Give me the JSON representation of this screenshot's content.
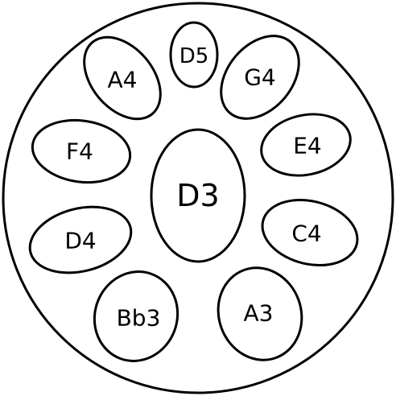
{
  "colors": {
    "stroke": "#000000",
    "background": "#ffffff"
  },
  "center_note": {
    "label": "D3"
  },
  "notes": [
    {
      "id": "d5",
      "label": "D5"
    },
    {
      "id": "g4",
      "label": "G4"
    },
    {
      "id": "e4",
      "label": "E4"
    },
    {
      "id": "c4",
      "label": "C4"
    },
    {
      "id": "a3",
      "label": "A3"
    },
    {
      "id": "bb3",
      "label": "Bb3"
    },
    {
      "id": "d4",
      "label": "D4"
    },
    {
      "id": "f4",
      "label": "F4"
    },
    {
      "id": "a4",
      "label": "A4"
    }
  ]
}
